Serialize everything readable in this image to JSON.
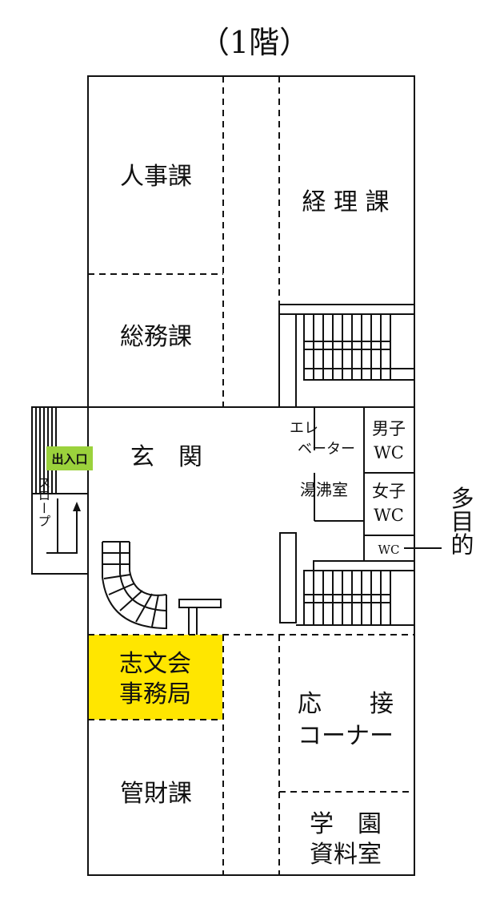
{
  "floor_title": "（1階）",
  "colors": {
    "line": "#111111",
    "highlight": "#ffe600",
    "entrance": "#9bd23c"
  },
  "entrance": {
    "label": "出入口"
  },
  "rooms": {
    "jinji": {
      "label": "人事課"
    },
    "keiri": {
      "label": "経 理 課"
    },
    "somu": {
      "label": "総務課"
    },
    "genkan": {
      "label": "玄　関"
    },
    "elevator": {
      "line1": "エレ",
      "line2": "ベーター"
    },
    "yuwakashi": {
      "label": "湯沸室"
    },
    "men_wc": {
      "line1": "男子",
      "line2": "WC"
    },
    "women_wc": {
      "line1": "女子",
      "line2": "WC"
    },
    "multi_wc": {
      "label": "WC"
    },
    "shibunkai": {
      "line1": "志文会",
      "line2": "事務局"
    },
    "ousetsu": {
      "line1": "応　　接",
      "line2": "コーナー"
    },
    "kanzai": {
      "label": "管財課"
    },
    "gakuen": {
      "line1": "学　園",
      "line2": "資料室"
    }
  },
  "slope": {
    "label": "スロープ"
  },
  "multi_purpose": {
    "label": "多目的"
  }
}
